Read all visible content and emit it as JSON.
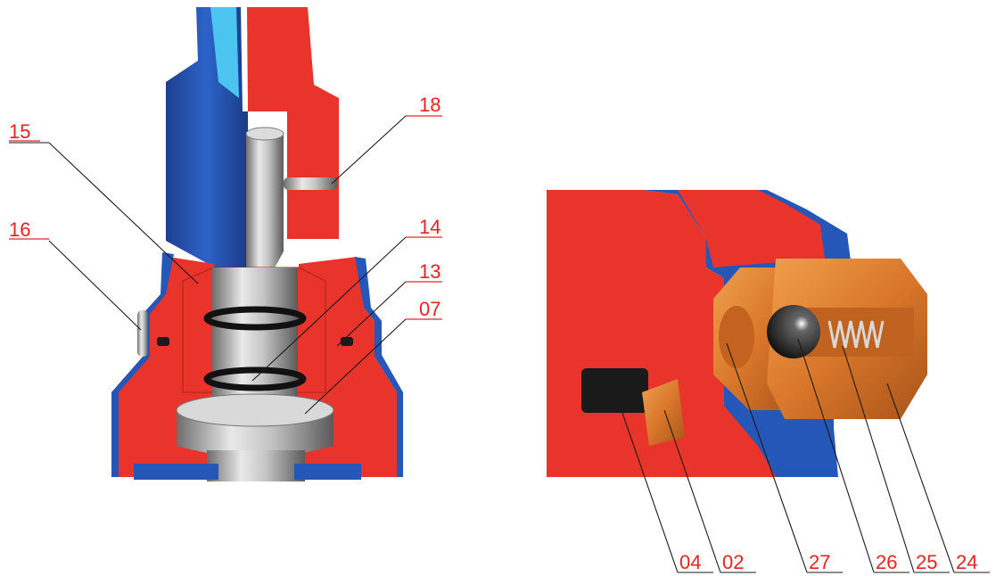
{
  "colors": {
    "body_red": "#e8342b",
    "bonnet_blue": "#2457b8",
    "light_blue": "#4cc4f0",
    "brass": "#d9772b",
    "steel": "#b9b9b9",
    "label_red": "#e52421"
  },
  "left_view": {
    "labels": [
      "15",
      "16",
      "18",
      "14",
      "13",
      "07"
    ]
  },
  "right_view": {
    "labels": [
      "04",
      "02",
      "27",
      "26",
      "25",
      "24"
    ]
  }
}
